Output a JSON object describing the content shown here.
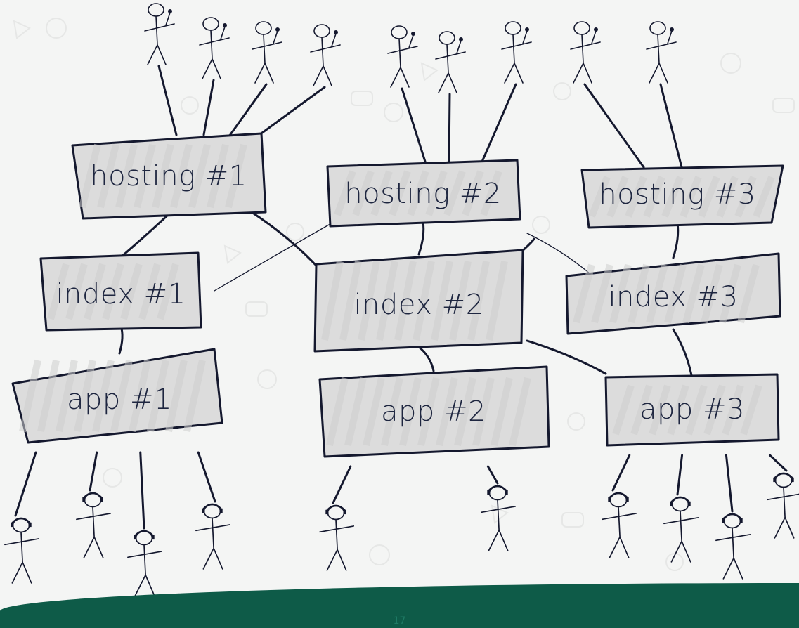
{
  "diagram": {
    "hosting_nodes": [
      {
        "id": "hosting-1",
        "label": "hosting #1"
      },
      {
        "id": "hosting-2",
        "label": "hosting #2"
      },
      {
        "id": "hosting-3",
        "label": "hosting #3"
      }
    ],
    "index_nodes": [
      {
        "id": "index-1",
        "label": "index #1"
      },
      {
        "id": "index-2",
        "label": "index #2"
      },
      {
        "id": "index-3",
        "label": "index #3"
      }
    ],
    "app_nodes": [
      {
        "id": "app-1",
        "label": "app #1"
      },
      {
        "id": "app-2",
        "label": "app #2"
      },
      {
        "id": "app-3",
        "label": "app #3"
      }
    ],
    "edges": [
      {
        "from": "hosting-1",
        "to": "index-1"
      },
      {
        "from": "hosting-1",
        "to": "index-2"
      },
      {
        "from": "hosting-2",
        "to": "index-2"
      },
      {
        "from": "hosting-2",
        "to": "index-3"
      },
      {
        "from": "hosting-3",
        "to": "index-3"
      },
      {
        "from": "hosting-3",
        "to": "index-2"
      },
      {
        "from": "index-1",
        "to": "app-1"
      },
      {
        "from": "index-2",
        "to": "app-2"
      },
      {
        "from": "index-2",
        "to": "app-3"
      },
      {
        "from": "index-3",
        "to": "app-3"
      },
      {
        "from": "index-2",
        "to": "index-1"
      }
    ],
    "podcasters_per_hosting": [
      4,
      3,
      2
    ],
    "listeners_per_app": [
      4,
      2,
      4
    ]
  },
  "colors": {
    "background": "#f4f5f4",
    "box_fill": "#dcdcdc",
    "ink": "#14182e",
    "footer": "#0e5b48"
  },
  "page_number": "17"
}
